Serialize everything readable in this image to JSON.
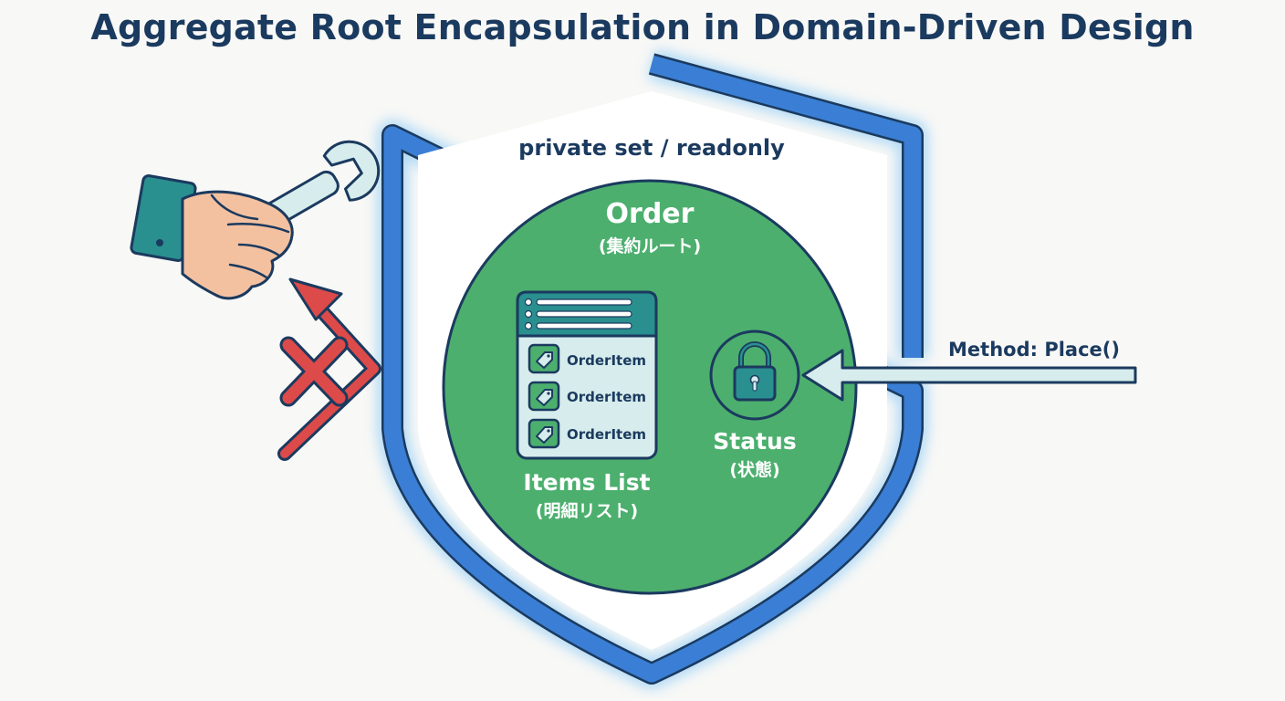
{
  "title": "Aggregate Root Encapsulation in Domain-Driven Design",
  "shield_label": "private set / readonly",
  "root": {
    "name": "Order",
    "subtitle": "(集約ルート)"
  },
  "items_list": {
    "items": [
      "OrderItem",
      "OrderItem",
      "OrderItem"
    ],
    "label": "Items List",
    "sublabel": "(明細リスト)"
  },
  "status": {
    "label": "Status",
    "sublabel": "(状態)"
  },
  "method": {
    "label": "Method: Place()"
  },
  "colors": {
    "shield": "#3a7fd5",
    "root": "#4caf6e",
    "navy": "#1b3a5f",
    "blocked": "#dc4a4a",
    "panel": "#d7ecec",
    "teal": "#2a8f8f"
  },
  "icons": [
    "wrench-hand-icon",
    "blocked-arrow-icon",
    "x-mark-icon",
    "padlock-icon",
    "tag-icon",
    "method-arrow-icon"
  ]
}
